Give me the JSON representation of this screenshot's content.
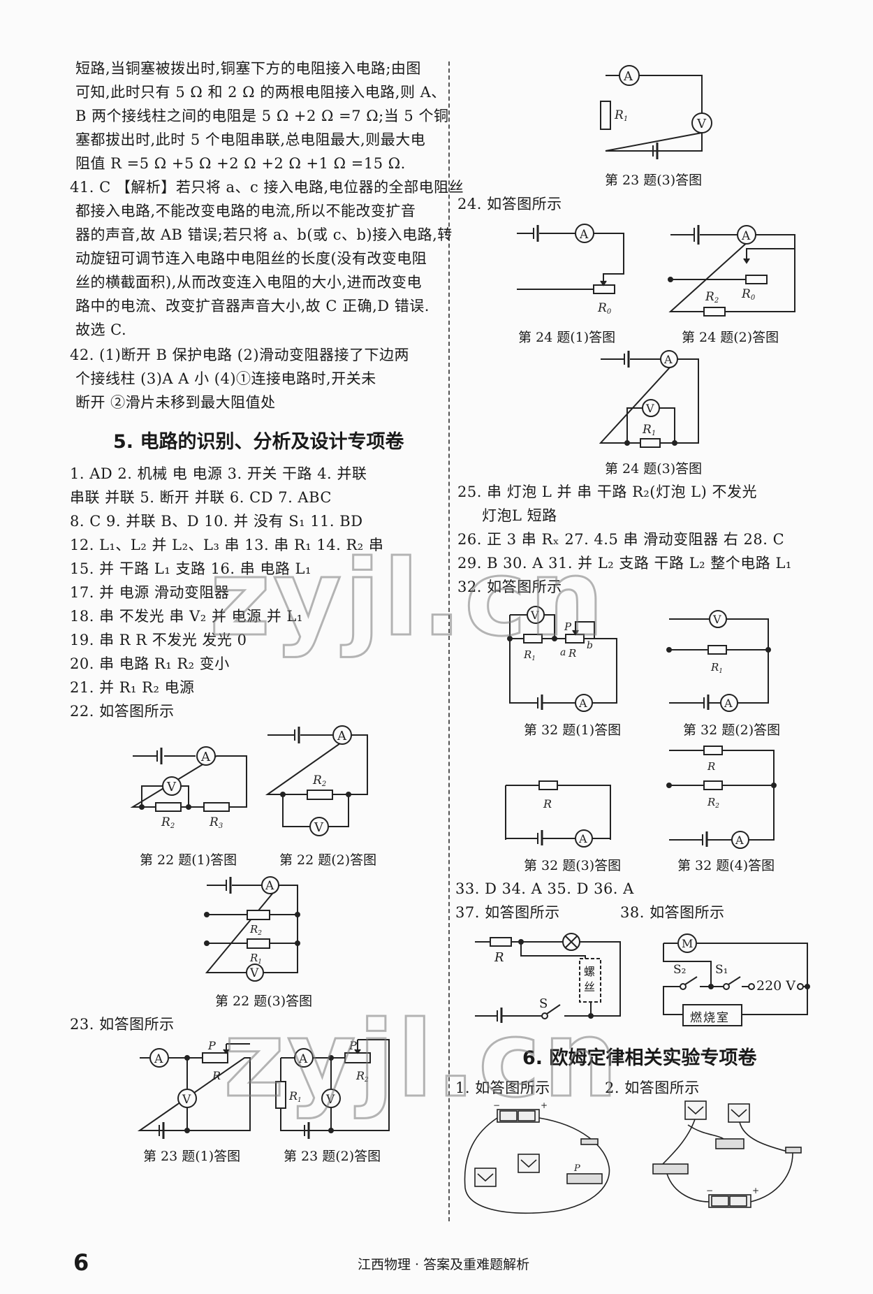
{
  "page": {
    "number": "6",
    "footer": "江西物理 · 答案及重难题解析"
  },
  "left": {
    "q40_continued": [
      "短路,当铜塞被拨出时,铜塞下方的电阻接入电路;由图",
      "可知,此时只有 5 Ω 和 2 Ω 的两根电阻接入电路,则 A、",
      "B 两个接线柱之间的电阻是 5 Ω +2 Ω =7 Ω;当 5 个铜",
      "塞都拔出时,此时 5 个电阻串联,总电阻最大,则最大电",
      "阻值 R =5 Ω +5 Ω +2 Ω +2 Ω +1 Ω =15 Ω."
    ],
    "q41": [
      "41. C 【解析】若只将 a、c 接入电路,电位器的全部电阻丝",
      "都接入电路,不能改变电路的电流,所以不能改变扩音",
      "器的声音,故 AB 错误;若只将 a、b(或 c、b)接入电路,转",
      "动旋钮可调节连入电路中电阻丝的长度(没有改变电阻",
      "丝的横截面积),从而改变连入电阻的大小,进而改变电",
      "路中的电流、改变扩音器声音大小,故 C 正确,D 错误.",
      "故选 C."
    ],
    "q42": [
      "42. (1)断开   B   保护电路   (2)滑动变阻器接了下边两",
      "个接线柱   (3)A   A   小   (4)①连接电路时,开关未",
      "断开   ②滑片未移到最大阻值处"
    ],
    "section5_title": "5. 电路的识别、分析及设计专项卷",
    "section5_answers": [
      "1. AD   2. 机械   电   电源   3. 开关   干路   4. 并联",
      "串联   并联   5. 断开   并联   6. CD   7. ABC",
      "8. C   9. 并联   B、D   10. 并   没有   S₁   11. BD",
      "12. L₁、L₂   并   L₂、L₃   串   13. 串   R₁   14. R₂   串",
      "15. 并   干路   L₁ 支路   16. 串   电路   L₁",
      "17. 并   电源   滑动变阻器",
      "18. 串   不发光   串   V₂   并   电源   并   L₁",
      "19. 串   R   R   不发光   发光   0",
      "20. 串   电路   R₁   R₂   变小",
      "21. 并   R₁   R₂   电源",
      "22. 如答图所示"
    ],
    "captions": {
      "q22_1": "第 22 题(1)答图",
      "q22_2": "第 22 题(2)答图",
      "q22_3": "第 22 题(3)答图",
      "q23_1": "第 23 题(1)答图",
      "q23_2": "第 23 题(2)答图"
    },
    "q23_label": "23. 如答图所示"
  },
  "right": {
    "captions": {
      "q23_3": "第 23 题(3)答图",
      "q24_1": "第 24 题(1)答图",
      "q24_2": "第 24 题(2)答图",
      "q24_3": "第 24 题(3)答图",
      "q32_1": "第 32 题(1)答图",
      "q32_2": "第 32 题(2)答图",
      "q32_3": "第 32 题(3)答图",
      "q32_4": "第 32 题(4)答图"
    },
    "q24_label": "24. 如答图所示",
    "answers_25_31": [
      "25. 串   灯泡 L   并   串   干路   R₂(灯泡 L)   不发光",
      "灯泡L 短路",
      "26. 正   3   串   Rₓ   27. 4.5   串   滑动变阻器   右   28. C",
      "29. B   30. A   31. 并   L₂ 支路   干路   L₂   整个电路   L₁",
      "32. 如答图所示"
    ],
    "answers_33_36": "33. D   34. A   35. D   36. A",
    "q37_label": "37. 如答图所示",
    "q38_label": "38. 如答图所示",
    "q38_labels": {
      "voltage": "220 V",
      "chamber": "燃烧室",
      "s1": "S₁",
      "s2": "S₂",
      "motor": "M"
    },
    "q37_labels": {
      "resistor": "R",
      "switch": "S",
      "screw": "螺丝"
    },
    "section6_title": "6. 欧姆定律相关实验专项卷",
    "section6_q1": "1. 如答图所示",
    "section6_q2": "2. 如答图所示"
  },
  "symbols": {
    "ammeter": "A",
    "voltmeter": "V",
    "motor": "M"
  },
  "watermark": {
    "top": "zyjl.cn",
    "bottom": "zyjl.cn"
  }
}
